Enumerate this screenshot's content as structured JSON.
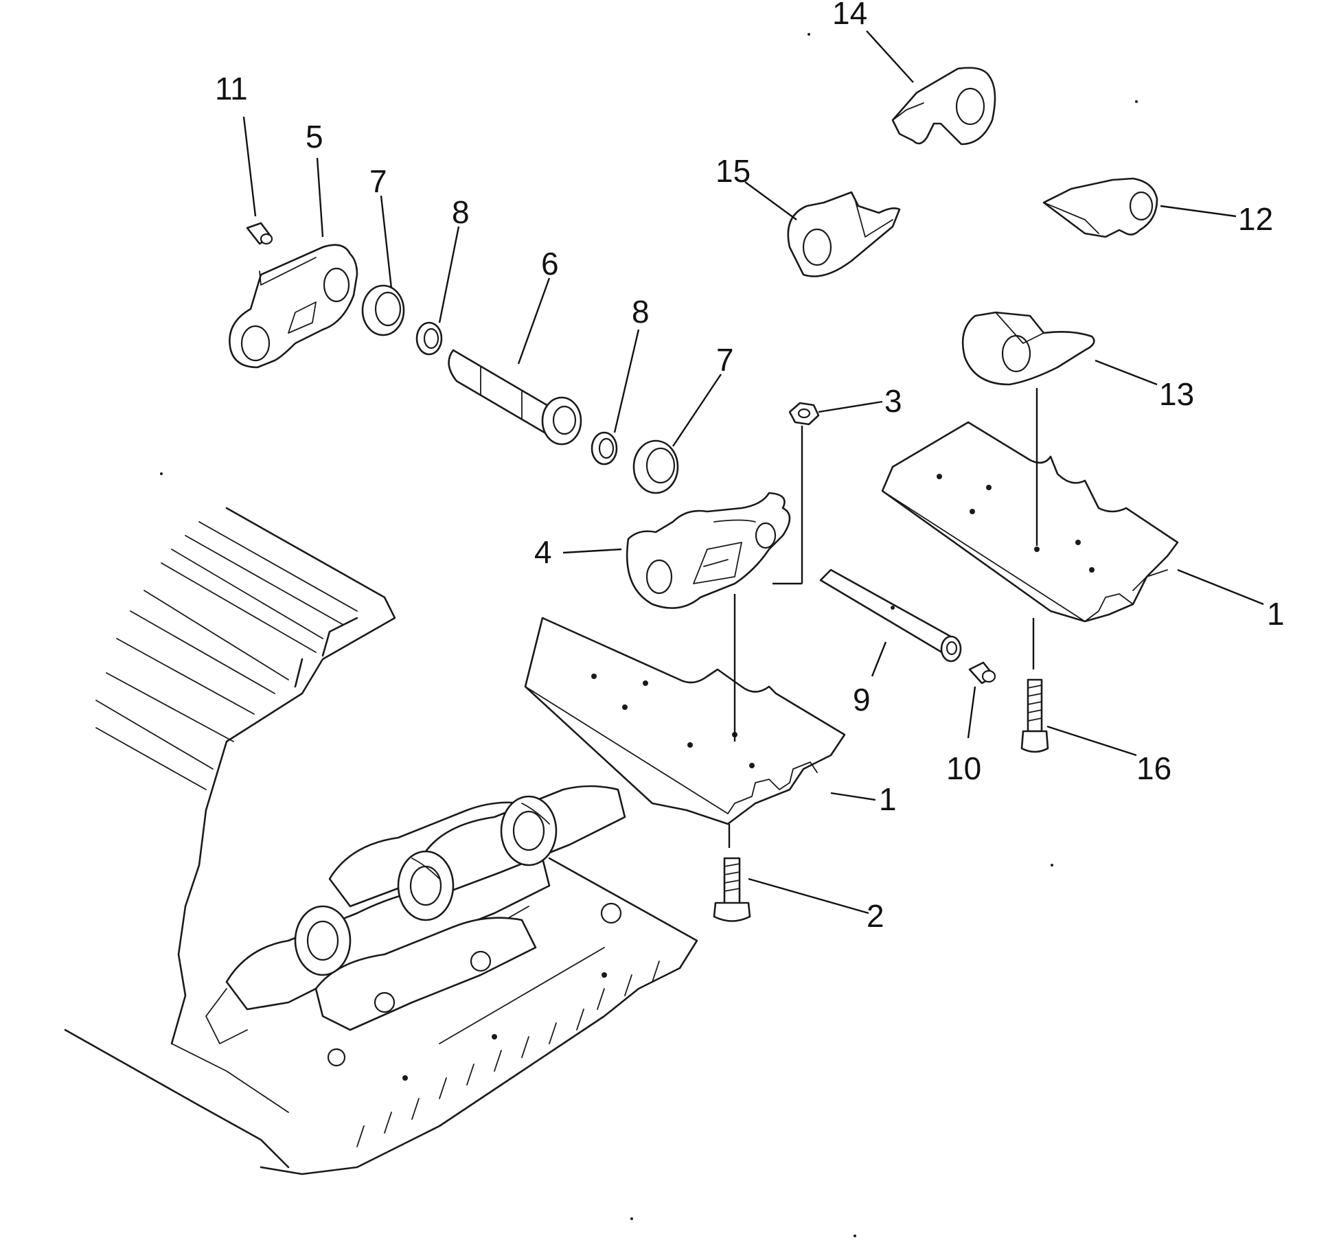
{
  "diagram": {
    "callouts": [
      {
        "id": "c1a",
        "label": "1"
      },
      {
        "id": "c1b",
        "label": "1"
      },
      {
        "id": "c2",
        "label": "2"
      },
      {
        "id": "c3",
        "label": "3"
      },
      {
        "id": "c4",
        "label": "4"
      },
      {
        "id": "c5",
        "label": "5"
      },
      {
        "id": "c6",
        "label": "6"
      },
      {
        "id": "c7a",
        "label": "7"
      },
      {
        "id": "c7b",
        "label": "7"
      },
      {
        "id": "c8a",
        "label": "8"
      },
      {
        "id": "c8b",
        "label": "8"
      },
      {
        "id": "c9",
        "label": "9"
      },
      {
        "id": "c10",
        "label": "10"
      },
      {
        "id": "c11",
        "label": "11"
      },
      {
        "id": "c12",
        "label": "12"
      },
      {
        "id": "c13",
        "label": "13"
      },
      {
        "id": "c14",
        "label": "14"
      },
      {
        "id": "c15",
        "label": "15"
      },
      {
        "id": "c16",
        "label": "16"
      }
    ],
    "colors": {
      "ink": "#1a1a1a",
      "paper": "#ffffff"
    }
  }
}
